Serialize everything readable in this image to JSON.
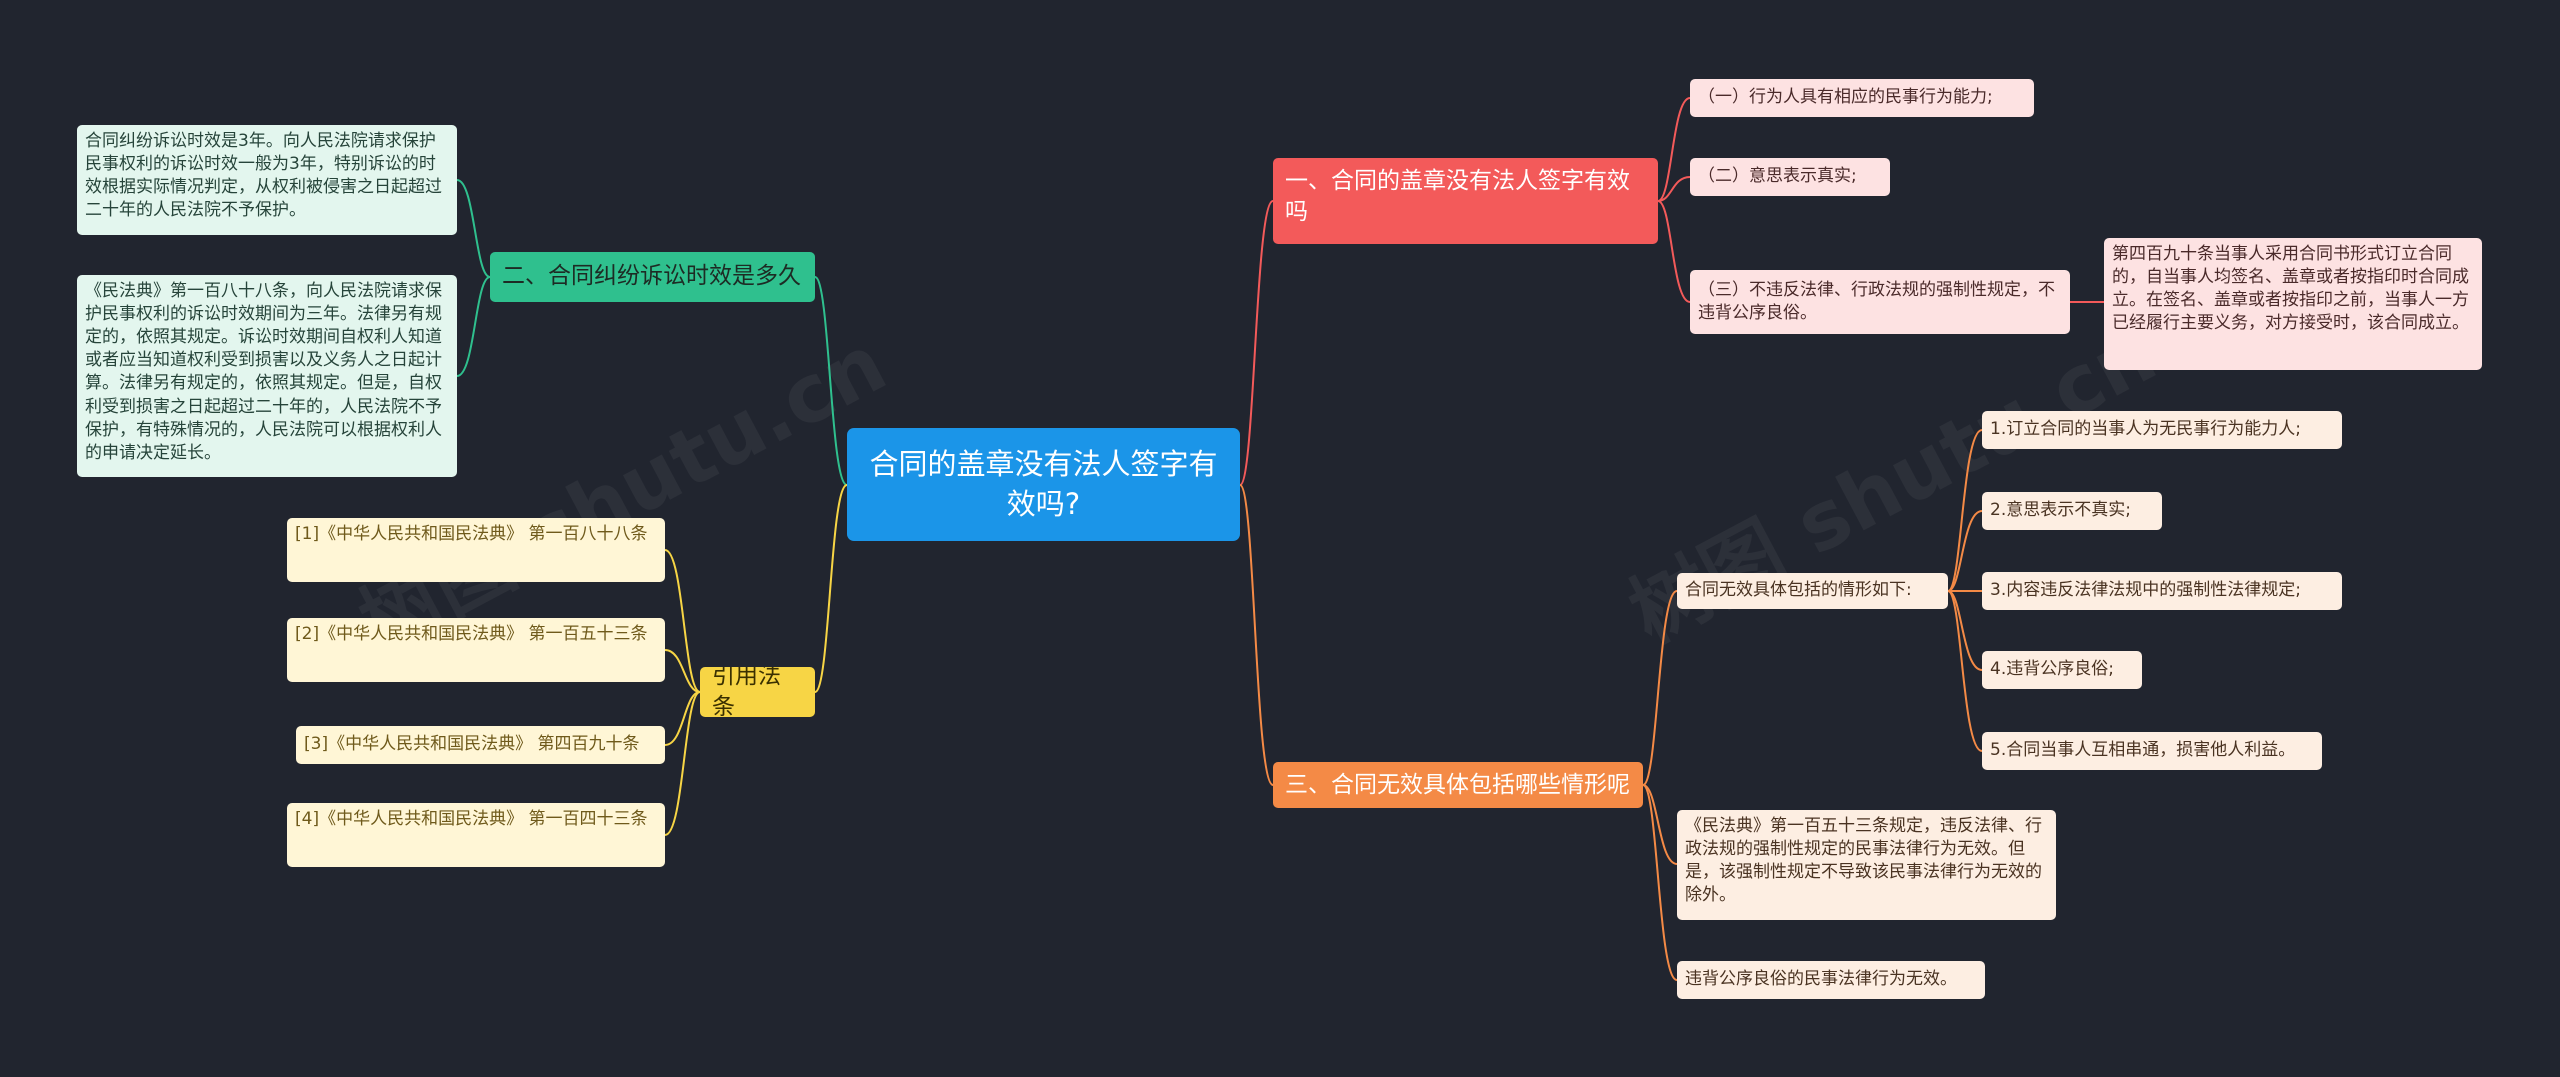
{
  "center": {
    "title": "合同的盖章没有法人签字有效吗?"
  },
  "right": {
    "branch1": {
      "title": "一、合同的盖章没有法人签字有效吗",
      "items": [
        "（一）行为人具有相应的民事行为能力;",
        "（二）意思表示真实;",
        "（三）不违反法律、行政法规的强制性规定，不违背公序良俗。"
      ],
      "detail": "第四百九十条当事人采用合同书形式订立合同的，自当事人均签名、盖章或者按指印时合同成立。在签名、盖章或者按指印之前，当事人一方已经履行主要义务，对方接受时，该合同成立。"
    },
    "branch3": {
      "title": "三、合同无效具体包括哪些情形呢",
      "intro": "合同无效具体包括的情形如下:",
      "cases": [
        "1.订立合同的当事人为无民事行为能力人;",
        "2.意思表示不真实;",
        "3.内容违反法律法规中的强制性法律规定;",
        "4.违背公序良俗;",
        "5.合同当事人互相串通，损害他人利益。"
      ],
      "note1": "《民法典》第一百五十三条规定，违反法律、行政法规的强制性规定的民事法律行为无效。但是，该强制性规定不导致该民事法律行为无效的除外。",
      "note2": "违背公序良俗的民事法律行为无效。"
    }
  },
  "left": {
    "branch2": {
      "title": "二、合同纠纷诉讼时效是多久",
      "items": [
        "合同纠纷诉讼时效是3年。向人民法院请求保护民事权利的诉讼时效一般为3年，特别诉讼的时效根据实际情况判定，从权利被侵害之日起超过二十年的人民法院不予保护。",
        "《民法典》第一百八十八条，向人民法院请求保护民事权利的诉讼时效期间为三年。法律另有规定的，依照其规定。诉讼时效期间自权利人知道或者应当知道权利受到损害以及义务人之日起计算。法律另有规定的，依照其规定。但是，自权利受到损害之日起超过二十年的，人民法院不予保护，有特殊情况的，人民法院可以根据权利人的申请决定延长。"
      ]
    },
    "branch4": {
      "title": "引用法条",
      "items": [
        "[1]《中华人民共和国民法典》 第一百八十八条",
        "[2]《中华人民共和国民法典》 第一百五十三条",
        "[3]《中华人民共和国民法典》 第四百九十条",
        "[4]《中华人民共和国民法典》 第一百四十三条"
      ]
    }
  },
  "colors": {
    "background": "#21252f",
    "root": "#1b95e8",
    "red": "#f35a5a",
    "orange": "#f48a46",
    "green": "#2fc08e",
    "yellow": "#f7d545"
  }
}
